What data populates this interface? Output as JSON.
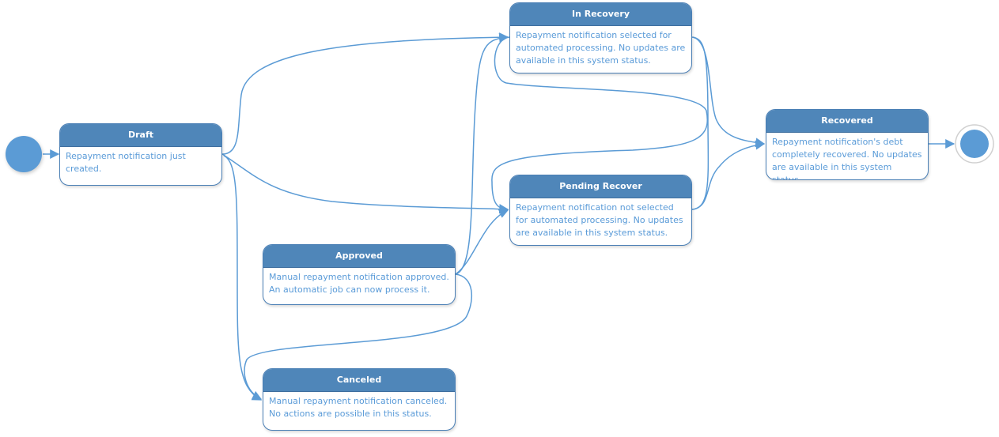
{
  "states": [
    {
      "id": "draft",
      "title": "Draft",
      "description": "Repayment notification just created."
    },
    {
      "id": "in-recovery",
      "title": "In Recovery",
      "description": "Repayment notification selected for automated processing. No updates are available in this system status."
    },
    {
      "id": "pending-recover",
      "title": "Pending Recover",
      "description": "Repayment notification not selected for automated processing. No updates are available in this system status."
    },
    {
      "id": "approved",
      "title": "Approved",
      "description": "Manual repayment notification approved. An automatic job can now process it."
    },
    {
      "id": "canceled",
      "title": "Canceled",
      "description": "Manual repayment notification canceled. No actions are possible in this status."
    },
    {
      "id": "recovered",
      "title": "Recovered",
      "description": "Repayment notification's debt completely recovered. No updates are available in this system status."
    }
  ],
  "colors": {
    "header": "#4f86b9",
    "text": "#5a9bd8",
    "line": "#5b9bd5",
    "node": "#5b9bd5"
  }
}
